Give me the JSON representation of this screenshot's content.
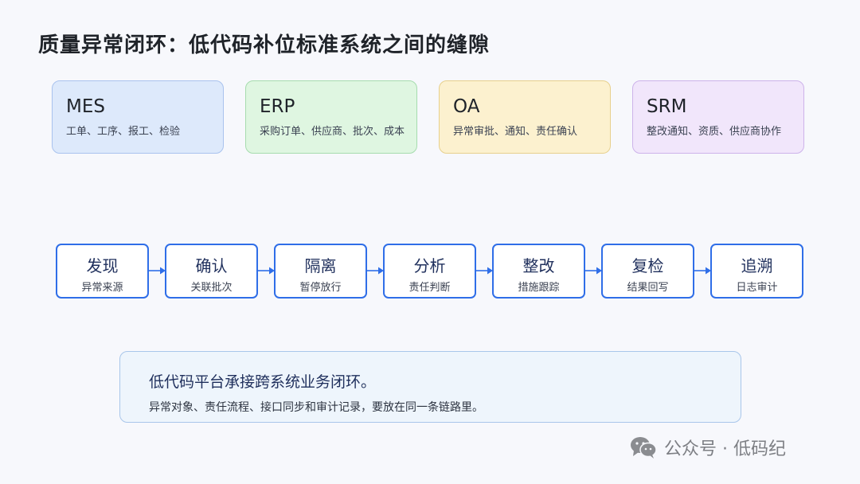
{
  "title": "质量异常闭环：低代码补位标准系统之间的缝隙",
  "systems": [
    {
      "name": "MES",
      "desc": "工单、工序、报工、检验",
      "bg": "#dde9fb",
      "border": "#a9c3ee"
    },
    {
      "name": "ERP",
      "desc": "采购订单、供应商、批次、成本",
      "bg": "#dff6e1",
      "border": "#a6dcae"
    },
    {
      "name": "OA",
      "desc": "异常审批、通知、责任确认",
      "bg": "#fcf1cf",
      "border": "#e7d08d"
    },
    {
      "name": "SRM",
      "desc": "整改通知、资质、供应商协作",
      "bg": "#f1e6fb",
      "border": "#cdb3ea"
    }
  ],
  "steps": [
    {
      "label": "发现",
      "sub": "异常来源"
    },
    {
      "label": "确认",
      "sub": "关联批次"
    },
    {
      "label": "隔离",
      "sub": "暂停放行"
    },
    {
      "label": "分析",
      "sub": "责任判断"
    },
    {
      "label": "整改",
      "sub": "措施跟踪"
    },
    {
      "label": "复检",
      "sub": "结果回写"
    },
    {
      "label": "追溯",
      "sub": "日志审计"
    }
  ],
  "note": {
    "main": "低代码平台承接跨系统业务闭环。",
    "sub": "异常对象、责任流程、接口同步和审计记录，要放在同一条链路里。"
  },
  "watermark": {
    "text": "公众号 · 低码纪",
    "icon": "wechat-icon"
  },
  "colors": {
    "accent": "#2f6ee8"
  }
}
